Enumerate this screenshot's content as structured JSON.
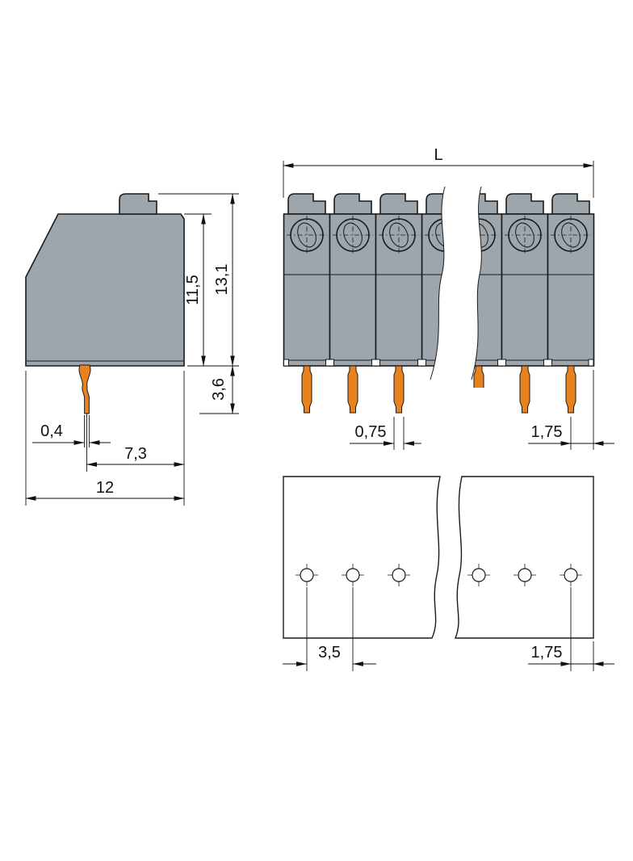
{
  "colors": {
    "body": "#9ea6ad",
    "pin": "#e8821e",
    "line": "#1a1a1a",
    "dim": "#111111",
    "background": "#ffffff"
  },
  "side_view": {
    "dim_body_height": "11,5",
    "dim_total_height": "13,1",
    "dim_pin_length": "3,6",
    "dim_pin_thickness": "0,4",
    "dim_pin_to_edge": "7,3",
    "dim_depth": "12"
  },
  "front_view": {
    "dim_total_length": "L",
    "dim_pin_width": "0,75",
    "dim_last_pole_to_edge": "1,75"
  },
  "footprint_view": {
    "dim_hole_pitch": "3,5",
    "dim_last_hole_to_edge": "1,75"
  }
}
